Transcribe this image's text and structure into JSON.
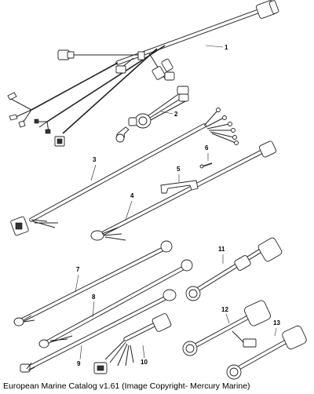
{
  "callouts": [
    "1",
    "2",
    "3",
    "4",
    "5",
    "6",
    "7",
    "8",
    "9",
    "10",
    "11",
    "12",
    "13"
  ],
  "caption": "European Marine Catalog v1.61 (Image Copyright- Mercury Marine)"
}
